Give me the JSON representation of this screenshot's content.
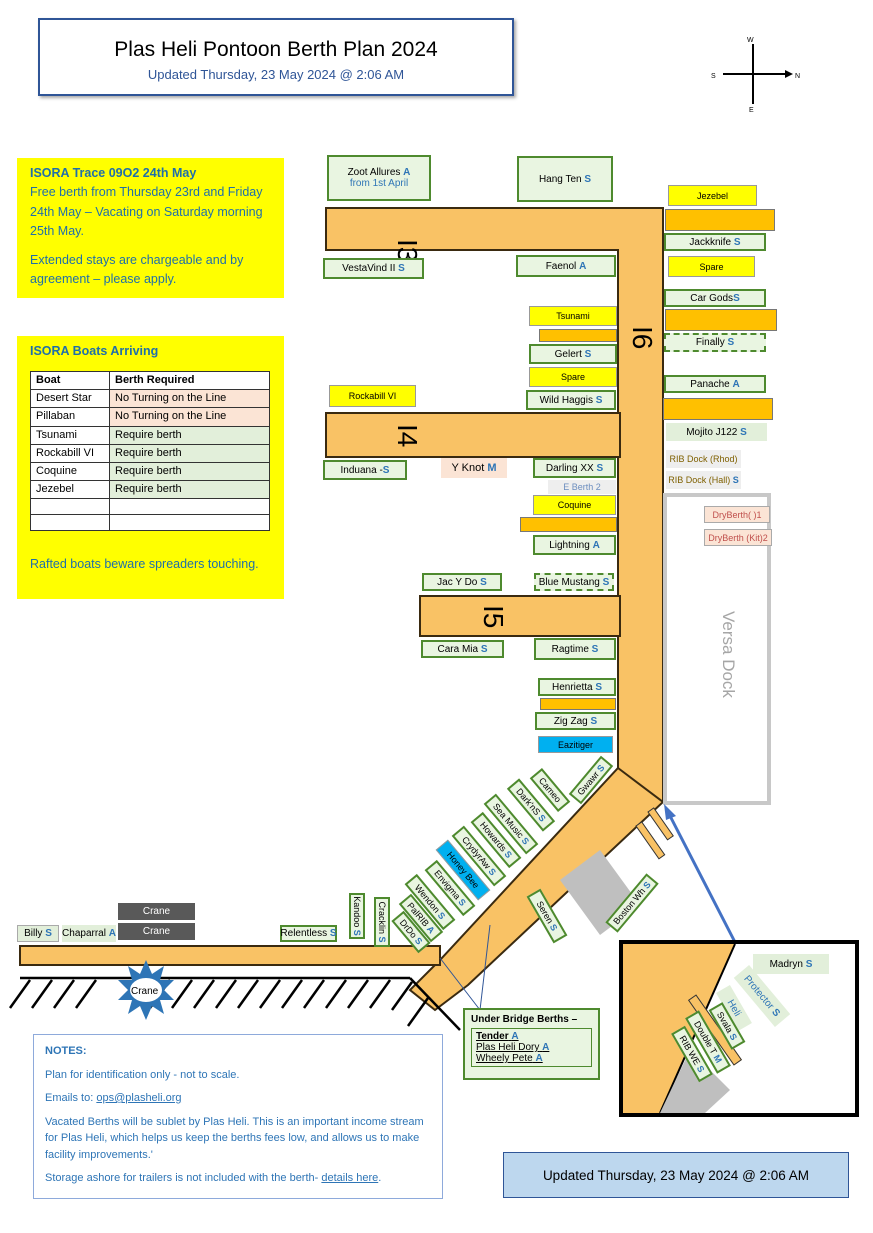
{
  "header": {
    "title": "Plas Heli Pontoon Berth Plan 2024",
    "updated": "Updated Thursday, 23 May 2024 @ 2:06 AM"
  },
  "compass": {
    "w": "W",
    "s": "S",
    "n": "N",
    "e": "E"
  },
  "isora_trace": {
    "title": "ISORA Trace 09O2 24th May",
    "text1": "Free berth from Thursday 23rd and Friday 24th May – Vacating on Saturday morning 25th May.",
    "text2": "Extended stays are chargeable and by agreement – please apply."
  },
  "isora_boats": {
    "title": "ISORA Boats Arriving",
    "headers": [
      "Boat",
      "Berth Required"
    ],
    "rows": [
      [
        "Desert Star",
        "No Turning on the Line"
      ],
      [
        "Pillaban",
        "No Turning on the Line"
      ],
      [
        "Tsunami",
        "Require berth"
      ],
      [
        "Rockabill VI",
        "Require berth"
      ],
      [
        "Coquine",
        "Require berth"
      ],
      [
        "Jezebel",
        "Require berth"
      ],
      [
        "",
        ""
      ],
      [
        "",
        ""
      ]
    ],
    "footer": "Rafted boats beware spreaders touching."
  },
  "pontoon_labels": {
    "i3": "I3",
    "i4": "I4",
    "i5": "I5",
    "i6": "I6",
    "versa": "Versa Dock",
    "crane": "Crane"
  },
  "boats": {
    "zoot": "Zoot Allures",
    "zoot_a": "A",
    "zoot_note": "from 1st April",
    "hang_ten": "Hang Ten",
    "hang_ten_s": "S",
    "jezebel": "Jezebel",
    "jackknife": "Jackknife",
    "jackknife_s": "S",
    "spare1": "Spare",
    "car_gods": "Car Gods",
    "car_gods_s": "S",
    "finally": "Finally",
    "finally_s": "S",
    "panache": "Panache",
    "panache_a": "A",
    "mojito": "Mojito J122",
    "mojito_s": "S",
    "rib_rhod": "RIB Dock (Rhod)",
    "rib_hall": "RIB Dock (Hall)",
    "rib_hall_s": "S",
    "dryberth1": "DryBerth( )1",
    "dryberth2": "DryBerth (Kit)2",
    "vestavind": "VestaVind II",
    "vestavind_s": "S",
    "faenol": "Faenol",
    "faenol_a": "A",
    "tsunami": "Tsunami",
    "gelert": "Gelert",
    "gelert_s": "S",
    "spare2": "Spare",
    "wild_haggis": "Wild Haggis",
    "wild_haggis_s": "S",
    "rockabill": "Rockabill VI",
    "induana": "Induana - ",
    "induana_s": "S",
    "yknot": "Y Knot",
    "yknot_m": "M",
    "darling": "Darling XX",
    "darling_s": "S",
    "e_berth2": "E Berth 2",
    "coquine": "Coquine",
    "lightning": "Lightning",
    "lightning_a": "A",
    "jacydo": "Jac Y Do",
    "jacydo_s": "S",
    "blue_mustang": "Blue Mustang",
    "blue_mustang_s": "S",
    "cara_mia": "Cara Mia",
    "cara_mia_s": "S",
    "ragtime": "Ragtime",
    "ragtime_s": "S",
    "henrietta": "Henrietta",
    "henrietta_s": "S",
    "zigzag": "Zig Zag",
    "zigzag_s": "S",
    "eazitiger": "Eazitiger",
    "gwawr": "Gwawr",
    "gwawr_s": "S",
    "cameo": "Cameo",
    "darknss": "Dark'nS",
    "darknss_s": "S",
    "seamusic": "Sea Music",
    "seamusic_s": "S",
    "howards": "Howards",
    "howards_s": "S",
    "crydyraw": "CrydyrAw",
    "crydyraw_s": "S",
    "honeybee": "Honey Bee",
    "envigma": "Envigma",
    "envigma_s": "S",
    "wendon": "Wendon",
    "wendon_s": "S",
    "palrib": "PalRIB",
    "palrib_a": "A",
    "drdo": "DrDo",
    "drdo_s": "S",
    "kandoo": "Kandoo",
    "kandoo_s": "S",
    "cracklin": "Cracklin",
    "cracklin_s": "S",
    "relentless": "Relentless",
    "relentless_s": "S",
    "billy": "Billy",
    "billy_s": "S",
    "chaparral": "Chaparral",
    "chaparral_a": "A",
    "crane1": "Crane",
    "crane2": "Crane",
    "seren": "Seren",
    "seren_s": "S",
    "boston": "Boston Wh",
    "boston_s": "S",
    "madryn": "Madryn",
    "madryn_s": "S",
    "protector": "Protector",
    "protector_s": "S",
    "heli": "Heli",
    "svala": "Svala",
    "svala_s": "S",
    "double_t": "Double T",
    "double_t_m": "M",
    "rib_we": "RIB WE",
    "rib_we_s": "S"
  },
  "under_bridge": {
    "title": "Under Bridge Berths –",
    "items": [
      {
        "name": "Tender",
        "code": "A"
      },
      {
        "name": "Plas Heli Dory",
        "code": "A"
      },
      {
        "name": "Wheely Pete",
        "code": "A"
      }
    ]
  },
  "notes": {
    "title": "NOTES:",
    "line1": "Plan for identification only - not to scale.",
    "emails_label": "Emails to: ",
    "email": "ops@plasheli.org",
    "line3": "Vacated Berths will be sublet by Plas Heli. This is an important income stream for Plas Heli, which helps us keep the berths fees low, and allows us to make facility improvements.'",
    "line4": "Storage ashore for trailers is not included with the berth- ",
    "details_link": "details here",
    "line4_end": "."
  },
  "footer_updated": "Updated Thursday, 23 May 2024 @ 2:06 AM",
  "colors": {
    "pontoon": "#f9c265",
    "green_border": "#4e8a2e",
    "spare_yellow": "#ffff00",
    "blue_text": "#2e75b6"
  }
}
